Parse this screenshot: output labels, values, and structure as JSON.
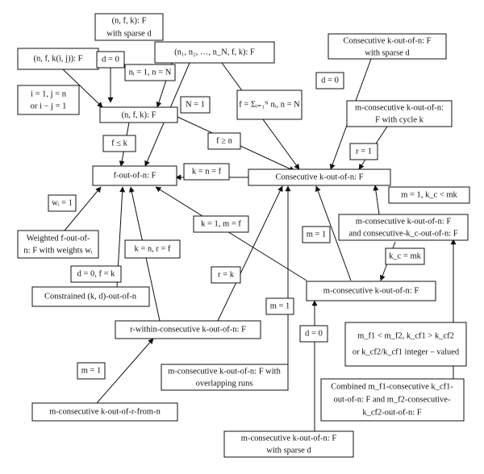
{
  "nodes": {
    "n1": [
      "(n, f, k): F",
      "with sparse d"
    ],
    "n2": [
      "(n, f, k(i, j)): F"
    ],
    "n3": [
      "(n₁, n₂, …, n_N, f, k): F"
    ],
    "n4": [
      "Consecutive k-out-of-n: F",
      "with sparse d"
    ],
    "n5": [
      "(n, f, k): F"
    ],
    "n6": [
      "m-consecutive k-out-of-n:",
      "F with cycle k"
    ],
    "n7": [
      "f-out-of-n: F"
    ],
    "n8": [
      "Consecutive k-out-of-n: F"
    ],
    "n9": [
      "Weighted f-out-of-",
      "n: F with weights wᵢ"
    ],
    "n10": [
      "m-consecutive k-out-of-n: F",
      "and consecutive-k_c-out-of-n: F"
    ],
    "n11": [
      "Constrained (k, d)-out-of-n"
    ],
    "n12": [
      "m-consecutive k-out-of-n: F"
    ],
    "n13": [
      "r-within-consecutive k-out-of-n: F"
    ],
    "n14": [
      "m_f1 < m_f2, k_cf1 > k_cf2",
      "or k_cf2/k_cf1 integer – valued"
    ],
    "n15": [
      "m-consecutive k-out-of-n: F with",
      "overlapping runs"
    ],
    "n16": [
      "Combined m_f1-consecutive k_cf1-",
      "out-of-n: F and m_f2-consecutive-",
      "k_cf2-out-of-n: F"
    ],
    "n17": [
      "m-consecutive k-out-of-r-from-n"
    ],
    "n18": [
      "m-consecutive k-out-of-n: F",
      "with sparse d"
    ]
  },
  "edge_labels": {
    "l1": [
      "d = 0"
    ],
    "l2": [
      "nᵢ = 1, n = N"
    ],
    "l3": [
      "i = 1, j = n",
      "or i − j = 1"
    ],
    "l4": [
      "d = 0"
    ],
    "l5": [
      "N = 1"
    ],
    "l6": [
      "f = Σᵢ₌₁ᴺ nᵢ, n = N"
    ],
    "l7": [
      "r = 1"
    ],
    "l8": [
      "f ≤ k"
    ],
    "l9": [
      "f ≥ n"
    ],
    "l10": [
      "k = n = f"
    ],
    "l11": [
      "m = 1, k_c < mk"
    ],
    "l12": [
      "wᵢ = 1"
    ],
    "l13": [
      "k = 1, m = f"
    ],
    "l14": [
      "m = 1"
    ],
    "l15": [
      "k = n, r = f"
    ],
    "l16": [
      "k_c = mk"
    ],
    "l17": [
      "d = 0, f = k"
    ],
    "l18": [
      "r = k"
    ],
    "l19": [
      "m = 1"
    ],
    "l20": [
      "d = 0"
    ],
    "l21": [
      "m = 1"
    ]
  }
}
